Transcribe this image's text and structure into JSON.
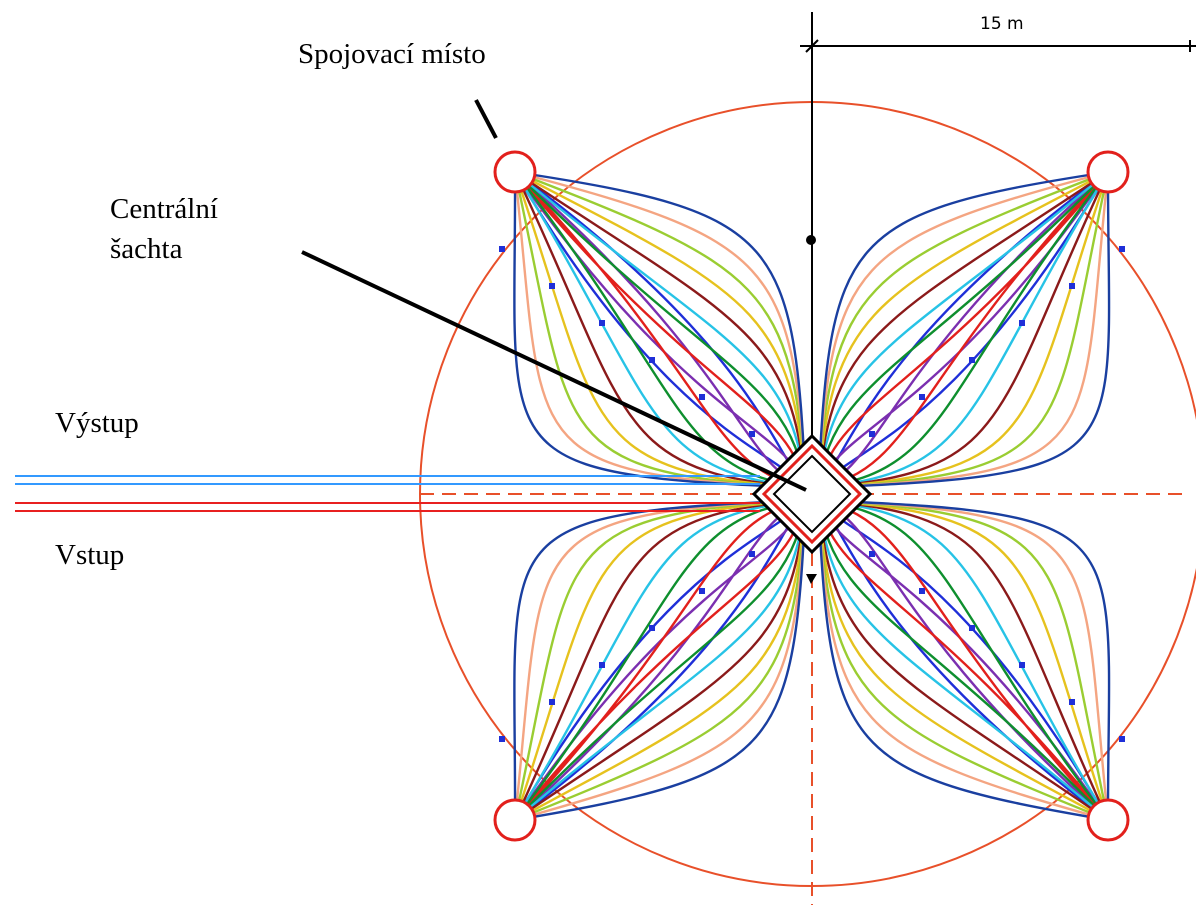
{
  "labels": {
    "connection_point": "Spojovací místo",
    "central_shaft_line1": "Centrální",
    "central_shaft_line2": "šachta",
    "outlet": "Výstup",
    "inlet": "Vstup",
    "scale": "15 m"
  },
  "colors": {
    "outer_circle": "#e8502a",
    "outlet_pipe": "#3399ff",
    "inlet_pipe": "#e82020",
    "axis": "#000000",
    "loop_palette": [
      "#1f2fd8",
      "#7b2fb0",
      "#e2201c",
      "#0e8f2e",
      "#27c3e6",
      "#8b1a1a",
      "#e6c21e",
      "#9acd32",
      "#f4a582",
      "#1a3fa0"
    ]
  },
  "diagram": {
    "loops_per_sector": 10,
    "sectors": 4
  }
}
